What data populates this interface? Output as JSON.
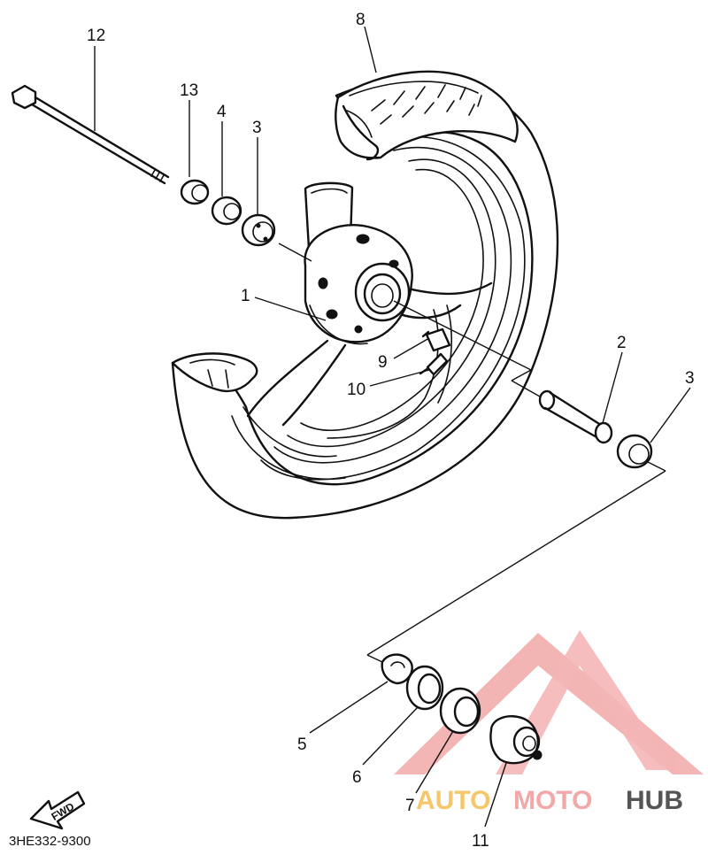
{
  "diagram": {
    "part_numbers": {
      "p1": "1",
      "p2": "2",
      "p3a": "3",
      "p3b": "3",
      "p4": "4",
      "p5": "5",
      "p6": "6",
      "p7": "7",
      "p8": "8",
      "p9": "9",
      "p10": "10",
      "p11": "11",
      "p12": "12",
      "p13": "13"
    },
    "diagram_code": "3HE332-9300",
    "fwd_label": "FWD"
  },
  "watermark": {
    "part1": "AUTO",
    "part2": "MOTO",
    "part3": "HUB",
    "colors": {
      "logo": "#f2a8a8",
      "auto": "#f5c76a",
      "moto": "#f2a8a8",
      "hub": "#555555"
    }
  },
  "colors": {
    "ink": "#111111",
    "paper": "#ffffff"
  }
}
